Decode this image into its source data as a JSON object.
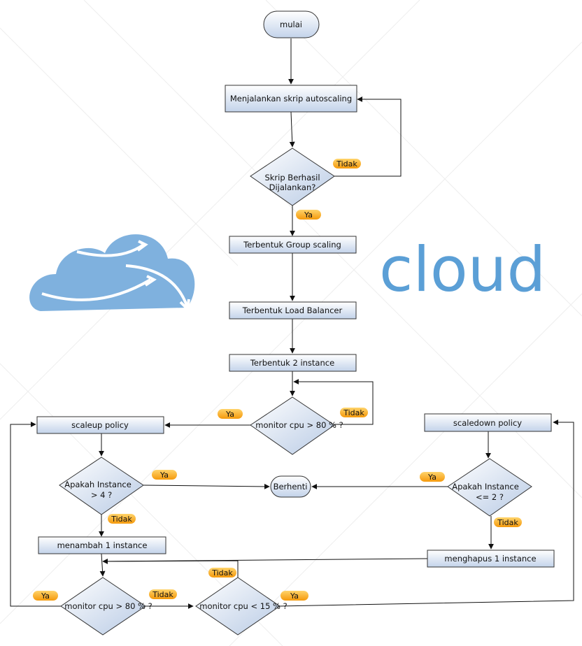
{
  "diagram": {
    "nodes": {
      "start": "mulai",
      "run_script": "Menjalankan skrip autoscaling",
      "script_ok": [
        "Skrip Berhasil",
        "Dijalankan?"
      ],
      "group_scaling": "Terbentuk Group scaling",
      "load_balancer": "Terbentuk Load Balancer",
      "two_instance": "Terbentuk 2 instance",
      "cpu_check_main": "monitor cpu > 80 % ?",
      "scaleup_policy": "scaleup policy",
      "scaledown_policy": "scaledown policy",
      "instance_gt4": [
        "Apakah Instance",
        "> 4 ?"
      ],
      "instance_le2": [
        "Apakah Instance",
        "<= 2 ?"
      ],
      "stop": "Berhenti",
      "add_instance": "menambah 1 instance",
      "remove_instance": "menghapus 1 instance",
      "cpu_check_up": "monitor cpu > 80 % ?",
      "cpu_check_down": "monitor cpu < 15 % ?"
    },
    "labels": {
      "yes": "Ya",
      "no": "Tidak"
    }
  },
  "watermark": {
    "word": "cloud",
    "icon": "cloud-icon",
    "color": "#5b9fd6"
  },
  "colors": {
    "node_fill_top": "#ffffff",
    "node_fill_bottom": "#c3d3ea",
    "node_stroke": "#3a3a3a",
    "label_fill": "#ffb020",
    "edge": "#111111"
  }
}
